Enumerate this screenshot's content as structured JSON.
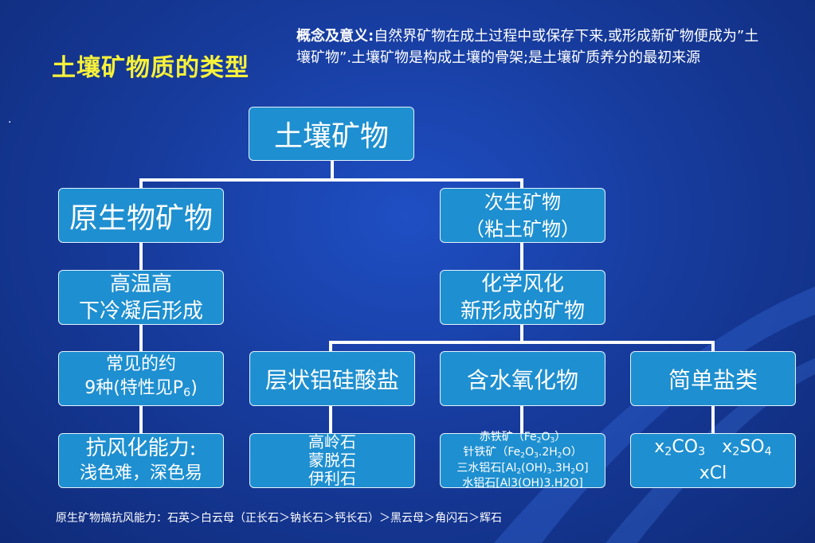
{
  "slide": {
    "title": "土壤矿物质的类型",
    "definition_label": "概念及意义:",
    "definition_text": "自然界矿物在成土过程中或保存下来,或形成新矿物便成为”土壤矿物”.土壤矿物是构成土壤的骨架;是土壤矿质养分的最初来源",
    "bullet": ".",
    "footnote": "原生矿物搞抗风能力：石英＞白云母（正长石＞钠长石＞钙长石）＞黑云母＞角闪石＞辉石"
  },
  "diagram": {
    "root": "土壤矿物",
    "primary": "原生物矿物",
    "secondary_line1": "次生矿物",
    "secondary_line2": "（粘土矿物）",
    "primary_origin_line1": "高温高",
    "primary_origin_line2": "下冷凝后形成",
    "secondary_origin_line1": "化学风化",
    "secondary_origin_line2": "新形成的矿物",
    "primary_count_line1": "常见的约",
    "primary_count_pre": "9种(特性见P",
    "primary_count_sub": "6",
    "primary_count_post": ")",
    "primary_resist_line1": "抗风化能力:",
    "primary_resist_line2": "浅色难，深色易",
    "silicate": "层状铝硅酸盐",
    "hydroxide": "含水氧化物",
    "salt": "简单盐类",
    "silicate_examples": [
      "高岭石",
      "蒙脱石",
      "伊利石"
    ],
    "hydroxide_ex1_pre": "赤铁矿（Fe",
    "hydroxide_ex1_sub1": "2",
    "hydroxide_ex1_mid": "O",
    "hydroxide_ex1_sub2": "3",
    "hydroxide_ex1_post": "）",
    "hydroxide_ex2_pre": "针铁矿（Fe",
    "hydroxide_ex2_sub1": "2",
    "hydroxide_ex2_mid": "O",
    "hydroxide_ex2_sub2": "3",
    "hydroxide_ex2_mid2": ".2H",
    "hydroxide_ex2_sub3": "2",
    "hydroxide_ex2_post": "O）",
    "hydroxide_ex3_pre": "三水铝石[Al",
    "hydroxide_ex3_sub1": "2",
    "hydroxide_ex3_mid": "(OH)",
    "hydroxide_ex3_sub2": "3",
    "hydroxide_ex3_mid2": ".3H",
    "hydroxide_ex3_sub3": "2",
    "hydroxide_ex3_post": "O]",
    "hydroxide_ex4": "水铝石[Al3(OH)3.H2O]",
    "salt_ex_a_pre": "x",
    "salt_ex_a_sub1": "2",
    "salt_ex_a_mid": "CO",
    "salt_ex_a_sub2": "3",
    "salt_ex_b_pre": "x",
    "salt_ex_b_sub1": "2",
    "salt_ex_b_mid": "SO",
    "salt_ex_b_sub2": "4",
    "salt_ex_c": "xCl"
  },
  "colors": {
    "background": "#173c9e",
    "node_fill": "#1e8fd0",
    "title": "#f7f13a",
    "text": "#ffffff"
  }
}
